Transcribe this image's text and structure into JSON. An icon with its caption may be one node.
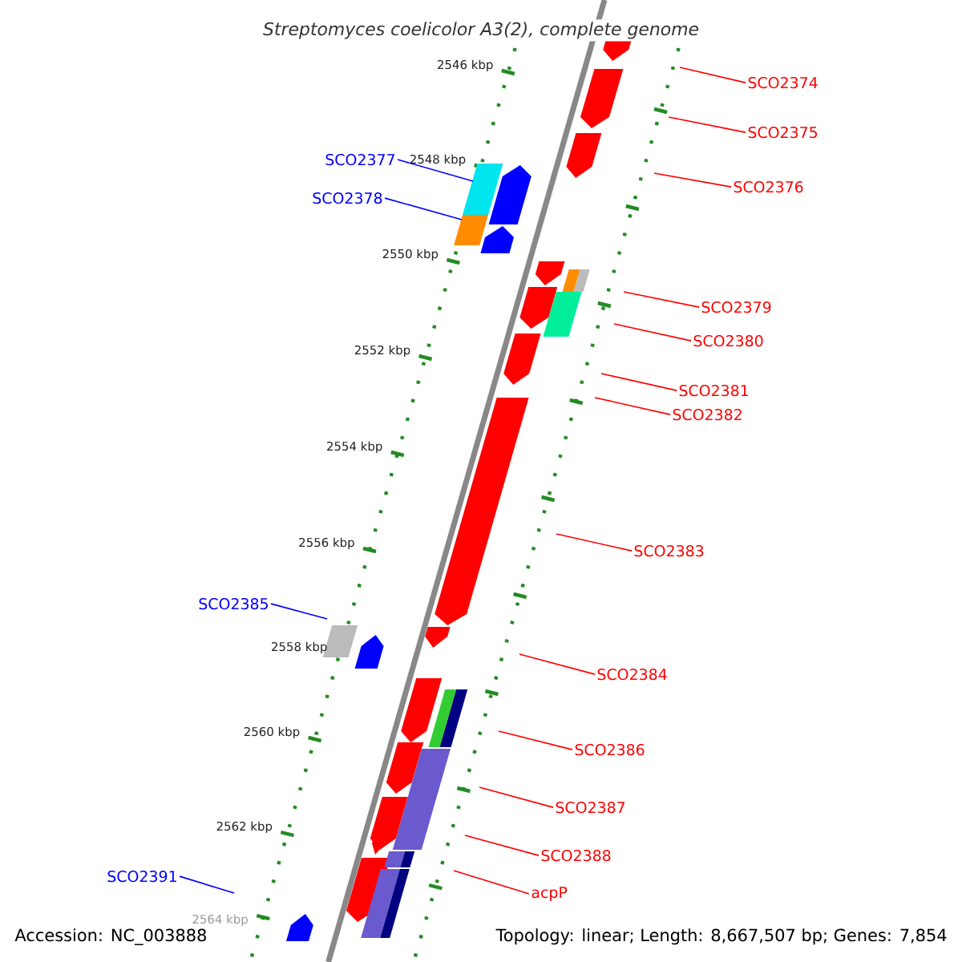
{
  "diagram": {
    "title": "Streptomyces coelicolor A3(2), complete genome",
    "nodes": [
      {
        "text": [
          "SCO2374"
        ]
      },
      {
        "text": [
          "SCO2375"
        ]
      },
      {
        "text": [
          "SCO2376"
        ]
      },
      {
        "text": [
          "SCO2377"
        ]
      },
      {
        "text": [
          "SCO2378"
        ]
      },
      {
        "text": [
          "SCO2379"
        ]
      },
      {
        "text": [
          "SCO2380"
        ]
      },
      {
        "text": [
          "SCO2381"
        ]
      },
      {
        "text": [
          "SCO2382"
        ]
      },
      {
        "text": [
          "SCO2383"
        ]
      },
      {
        "text": [
          "SCO2384"
        ]
      },
      {
        "text": [
          "SCO2385"
        ]
      },
      {
        "text": [
          "SCO2386"
        ]
      },
      {
        "text": [
          "SCO2387"
        ]
      },
      {
        "text": [
          "SCO2388"
        ]
      },
      {
        "text": [
          "acpP"
        ]
      },
      {
        "text": [
          "SCO2391"
        ]
      }
    ],
    "edges": [
      {
        "from": 0,
        "to": null,
        "arrow": "none"
      },
      {
        "from": 1,
        "to": null,
        "arrow": "none"
      },
      {
        "from": 2,
        "to": null,
        "arrow": "none"
      },
      {
        "from": 3,
        "to": null,
        "arrow": "none",
        "color": "#0000ff"
      },
      {
        "from": 4,
        "to": null,
        "arrow": "none",
        "color": "#0000ff"
      },
      {
        "from": 5,
        "to": null,
        "arrow": "none"
      },
      {
        "from": 6,
        "to": null,
        "arrow": "none"
      },
      {
        "from": 7,
        "to": null,
        "arrow": "none"
      },
      {
        "from": 8,
        "to": null,
        "arrow": "none"
      },
      {
        "from": 9,
        "to": null,
        "arrow": "none"
      },
      {
        "from": 10,
        "to": null,
        "arrow": "none"
      },
      {
        "from": 11,
        "to": null,
        "arrow": "none",
        "color": "#0000ff"
      },
      {
        "from": 12,
        "to": null,
        "arrow": "none"
      },
      {
        "from": 13,
        "to": null,
        "arrow": "none"
      },
      {
        "from": 14,
        "to": null,
        "arrow": "none"
      },
      {
        "from": 15,
        "to": null,
        "arrow": "none"
      },
      {
        "from": 16,
        "to": null,
        "arrow": "none",
        "color": "#0000ff"
      }
    ],
    "labels": [
      "2546 kbp",
      "2548 kbp",
      "2550 kbp",
      "2552 kbp",
      "2554 kbp",
      "2556 kbp",
      "2558 kbp",
      "2560 kbp",
      "2562 kbp",
      "2564 kbp",
      "Accession: NC_003888",
      "Topology: linear; Length: 8,667,507 bp; Genes: 7,854"
    ]
  }
}
